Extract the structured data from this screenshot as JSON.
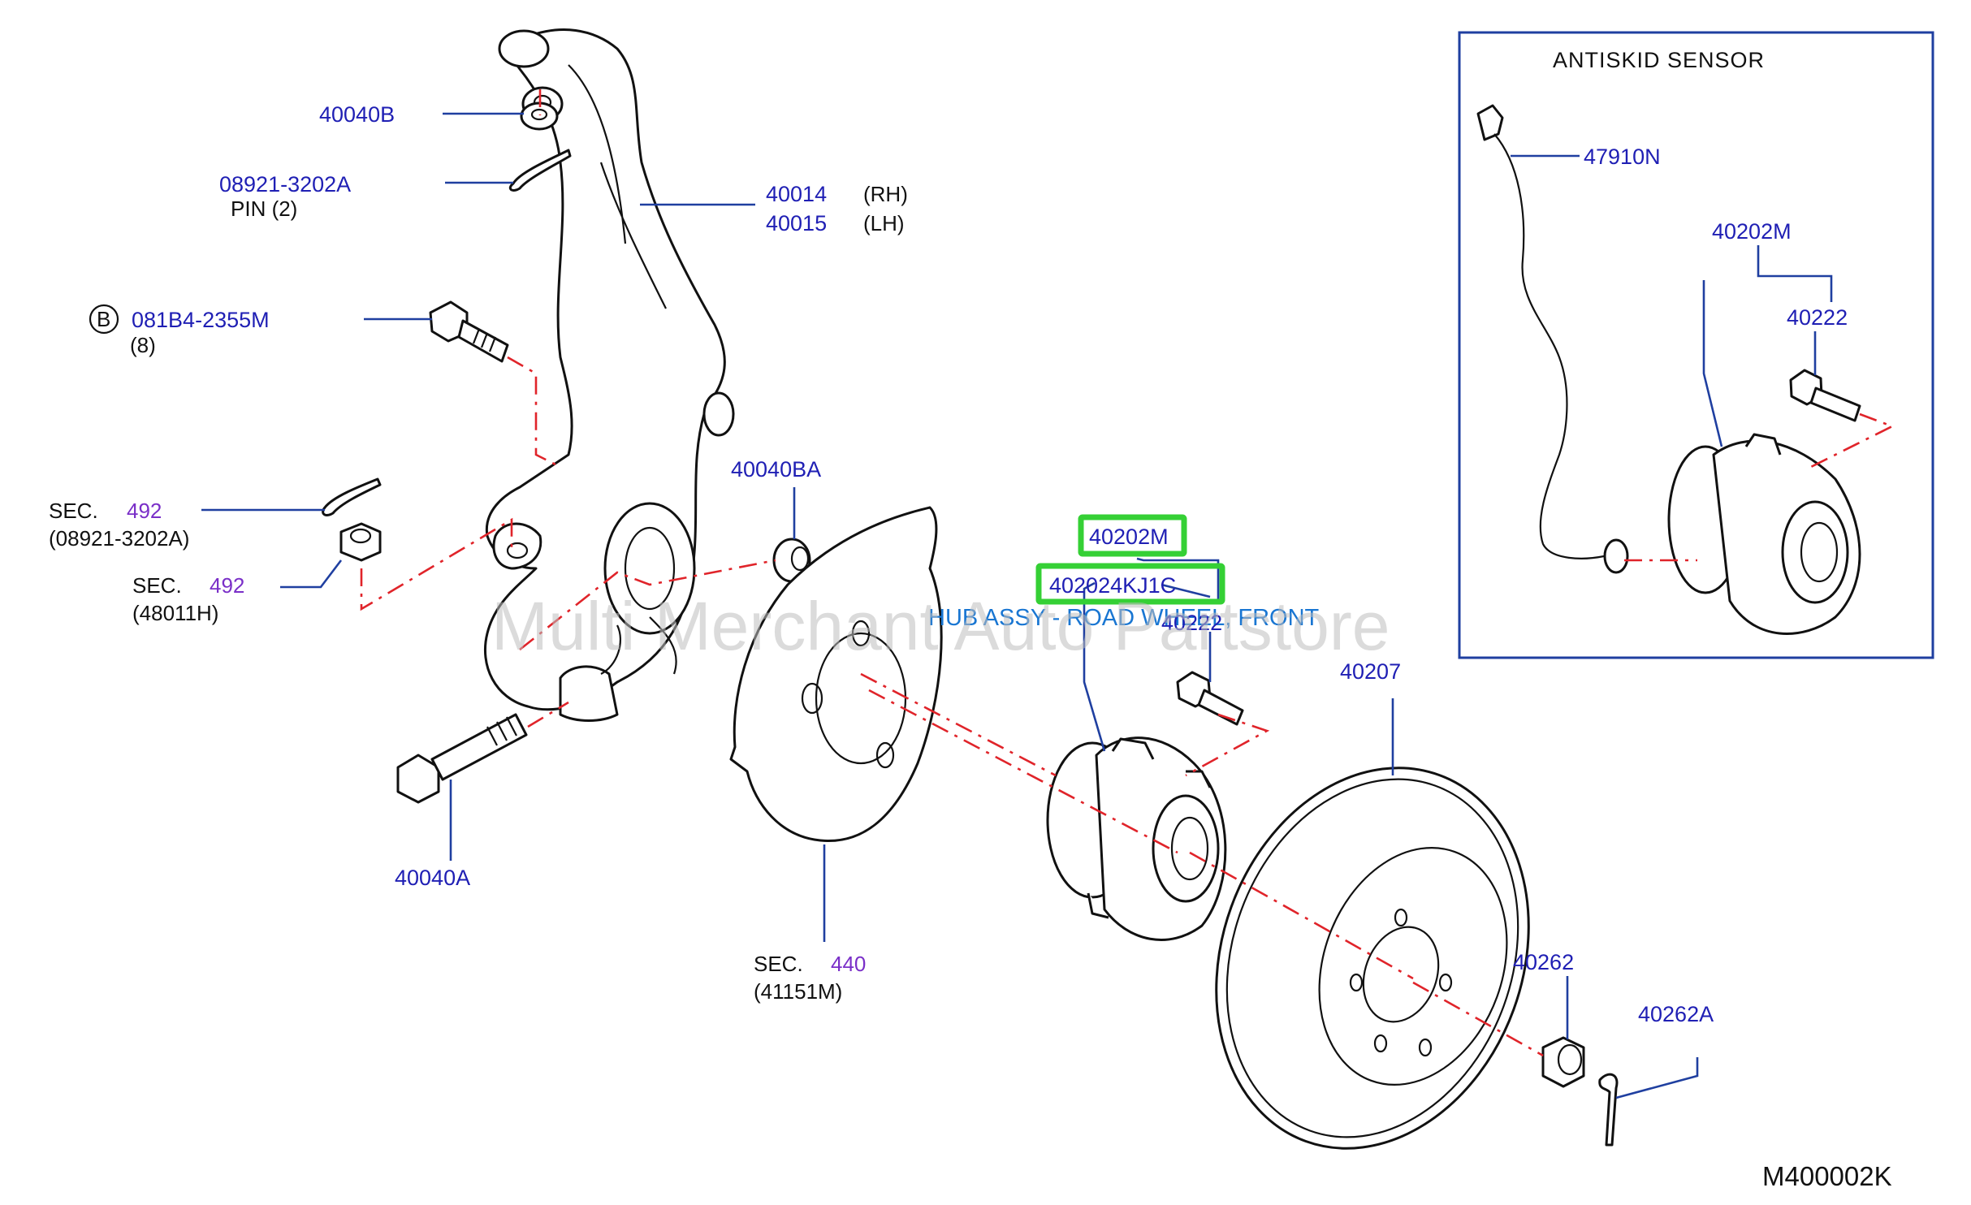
{
  "watermark": "Multi Merchant Auto Partstore",
  "diagram_code": "M400002K",
  "inset": {
    "title": "ANTISKID   SENSOR"
  },
  "caption": "HUB ASSY - ROAD WHEEL, FRONT",
  "labels": {
    "p40040B": "40040B",
    "p08921": "08921-3202A",
    "pin": "PIN  (2)",
    "p40014": "40014",
    "rh": "(RH)",
    "p40015": "40015",
    "lh": "(LH)",
    "b_circle": "B",
    "p081B4": "081B4-2355M",
    "qty8": "(8)",
    "sec1": "SEC.",
    "sec1_num": "492",
    "sec1_ref": "(08921-3202A)",
    "sec2": "SEC.",
    "sec2_num": "492",
    "sec2_ref": "(48011H)",
    "p40040BA": "40040BA",
    "p40040A": "40040A",
    "sec3": "SEC.",
    "sec3_num": "440",
    "sec3_ref": "(41151M)",
    "p40202M": "40202M",
    "p402024KJ1C": "402024KJ1C",
    "p40222": "40222",
    "p40207": "40207",
    "p40262": "40262",
    "p40262A": "40262A",
    "in47910N": "47910N",
    "in40202M": "40202M",
    "in40222": "40222"
  }
}
